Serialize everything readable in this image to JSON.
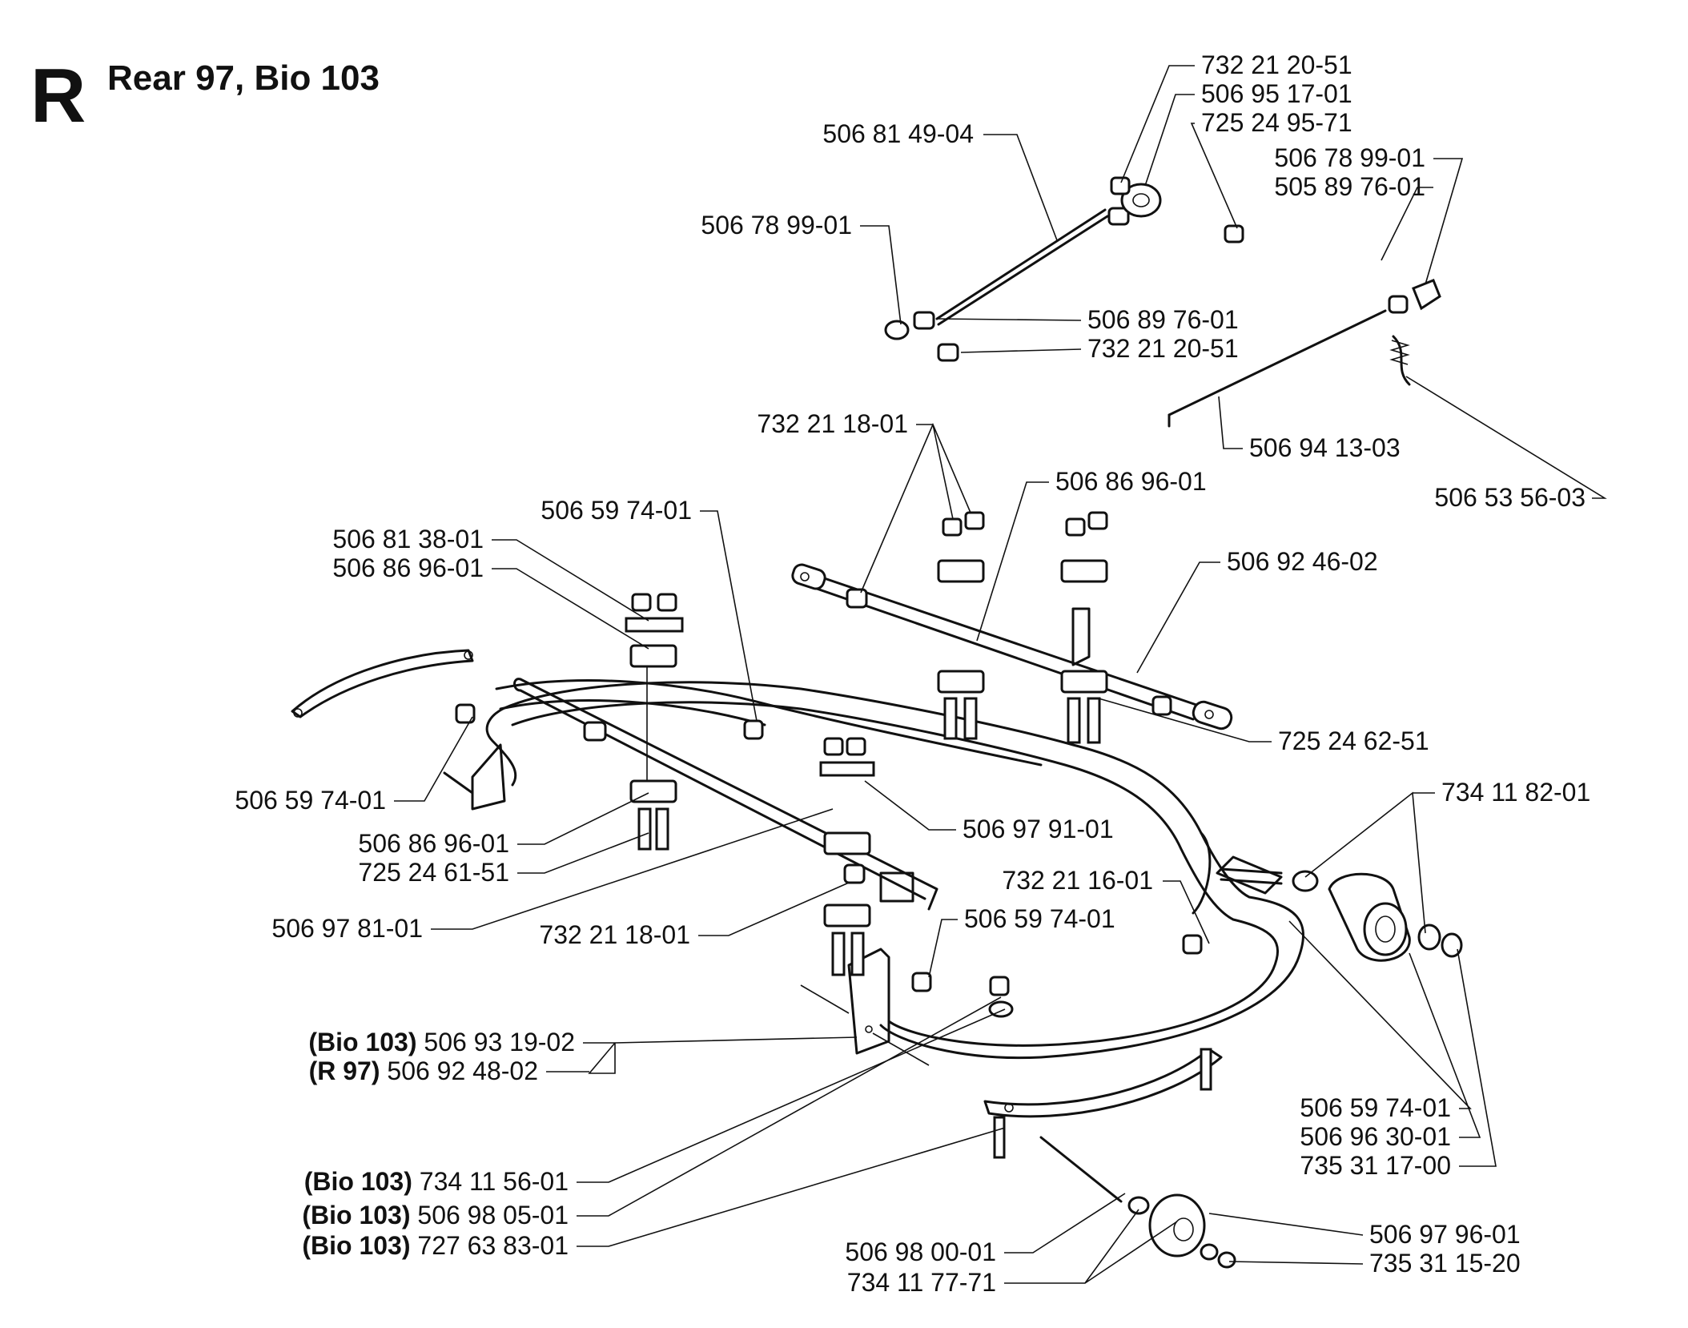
{
  "header": {
    "letter": "R",
    "title": "Rear 97, Bio 103"
  },
  "callouts": [
    {
      "id": "c1",
      "text": "732 21 20-51"
    },
    {
      "id": "c2",
      "text": "506 95 17-01"
    },
    {
      "id": "c3",
      "text": "725 24 95-71"
    },
    {
      "id": "c4",
      "text": "506 81 49-04"
    },
    {
      "id": "c5",
      "text": "506 78 99-01"
    },
    {
      "id": "c6",
      "text": "505 89 76-01"
    },
    {
      "id": "c7",
      "text": "506 78 99-01"
    },
    {
      "id": "c8",
      "text": "506 89 76-01"
    },
    {
      "id": "c9",
      "text": "732 21 20-51"
    },
    {
      "id": "c10",
      "text": "732 21 18-01"
    },
    {
      "id": "c11",
      "text": "506 94 13-03"
    },
    {
      "id": "c12",
      "text": "506 53 56-03"
    },
    {
      "id": "c13",
      "text": "506 86 96-01"
    },
    {
      "id": "c14",
      "text": "506 59 74-01"
    },
    {
      "id": "c15",
      "text": "506 81 38-01"
    },
    {
      "id": "c16",
      "text": "506 86 96-01"
    },
    {
      "id": "c17",
      "text": "506 92 46-02"
    },
    {
      "id": "c18",
      "text": "725 24 62-51"
    },
    {
      "id": "c19",
      "text": "734 11 82-01"
    },
    {
      "id": "c20",
      "text": "506 59 74-01"
    },
    {
      "id": "c21",
      "text": "506 97 91-01"
    },
    {
      "id": "c22",
      "text": "506 86 96-01"
    },
    {
      "id": "c23",
      "text": "725 24 61-51"
    },
    {
      "id": "c24",
      "text": "732 21 16-01"
    },
    {
      "id": "c25",
      "text": "506 59 74-01"
    },
    {
      "id": "c26",
      "text": "506 97 81-01"
    },
    {
      "id": "c27",
      "text": "732 21 18-01"
    },
    {
      "id": "c28",
      "prefix": "(Bio 103)",
      "text": "506 93 19-02"
    },
    {
      "id": "c29",
      "prefix": "(R 97)",
      "text": "506 92 48-02"
    },
    {
      "id": "c30",
      "text": "506 59 74-01"
    },
    {
      "id": "c31",
      "text": "506 96 30-01"
    },
    {
      "id": "c32",
      "text": "735 31 17-00"
    },
    {
      "id": "c33",
      "prefix": "(Bio 103)",
      "text": "734 11 56-01"
    },
    {
      "id": "c34",
      "prefix": "(Bio 103)",
      "text": "506 98 05-01"
    },
    {
      "id": "c35",
      "prefix": "(Bio 103)",
      "text": "727 63 83-01"
    },
    {
      "id": "c36",
      "text": "506 98 00-01"
    },
    {
      "id": "c37",
      "text": "734 11 77-71"
    },
    {
      "id": "c38",
      "text": "506 97 96-01"
    },
    {
      "id": "c39",
      "text": "735 31 15-20"
    }
  ]
}
